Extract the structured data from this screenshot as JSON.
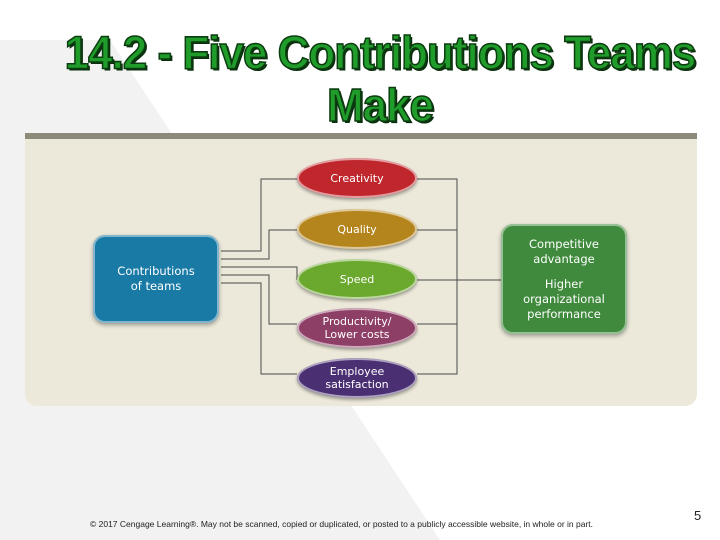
{
  "slide": {
    "title": "14.2 - Five Contributions Teams Make",
    "footer": "© 2017 Cengage Learning®. May not be scanned, copied or duplicated, or posted to a publicly accessible website, in whole or in part.",
    "page_number": "5"
  },
  "diagram": {
    "source": {
      "label": "Contributions\nof teams",
      "color": "#1a7aa6"
    },
    "contributions": [
      {
        "label": "Creativity",
        "color": "#c0272d"
      },
      {
        "label": "Quality",
        "color": "#b5851d"
      },
      {
        "label": "Speed",
        "color": "#6aa82e"
      },
      {
        "label": "Productivity/\nLower costs",
        "color": "#8e3f66"
      },
      {
        "label": "Employee\nsatisfaction",
        "color": "#4a2f73"
      }
    ],
    "outcome": {
      "line1": "Competitive\nadvantage",
      "line2": "Higher\norganizational\nperformance",
      "color": "#3f8a3c"
    }
  }
}
